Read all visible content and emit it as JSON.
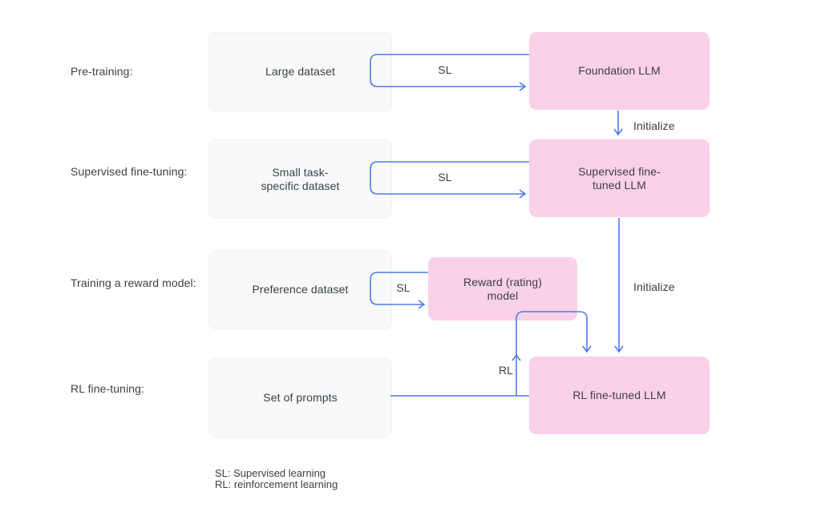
{
  "diagram": {
    "rows": [
      {
        "label": "Pre-training:",
        "source": "Large dataset",
        "arrow": "SL",
        "target": "Foundation LLM"
      },
      {
        "label": "Supervised fine-tuning:",
        "source": "Small task-\nspecific dataset",
        "arrow": "SL",
        "target": "Supervised fine-\ntuned LLM"
      },
      {
        "label": "Training a reward model:",
        "source": "Preference dataset",
        "arrow": "SL",
        "target": "Reward (rating)\nmodel"
      },
      {
        "label": "RL fine-tuning:",
        "source": "Set of prompts",
        "arrow": "RL",
        "target": "RL fine-tuned LLM"
      }
    ],
    "initialize_labels": {
      "top": "Initialize",
      "bottom": "Initialize"
    }
  },
  "legend": {
    "line1": "SL: Supervised learning",
    "line2": "RL: reinforcement learning"
  },
  "colors": {
    "pink_box": "#fad1e8",
    "gray_box": "#f8f9fa",
    "arrow_blue": "#4d7be8",
    "text": "#3c4043",
    "background": "#ffffff"
  }
}
